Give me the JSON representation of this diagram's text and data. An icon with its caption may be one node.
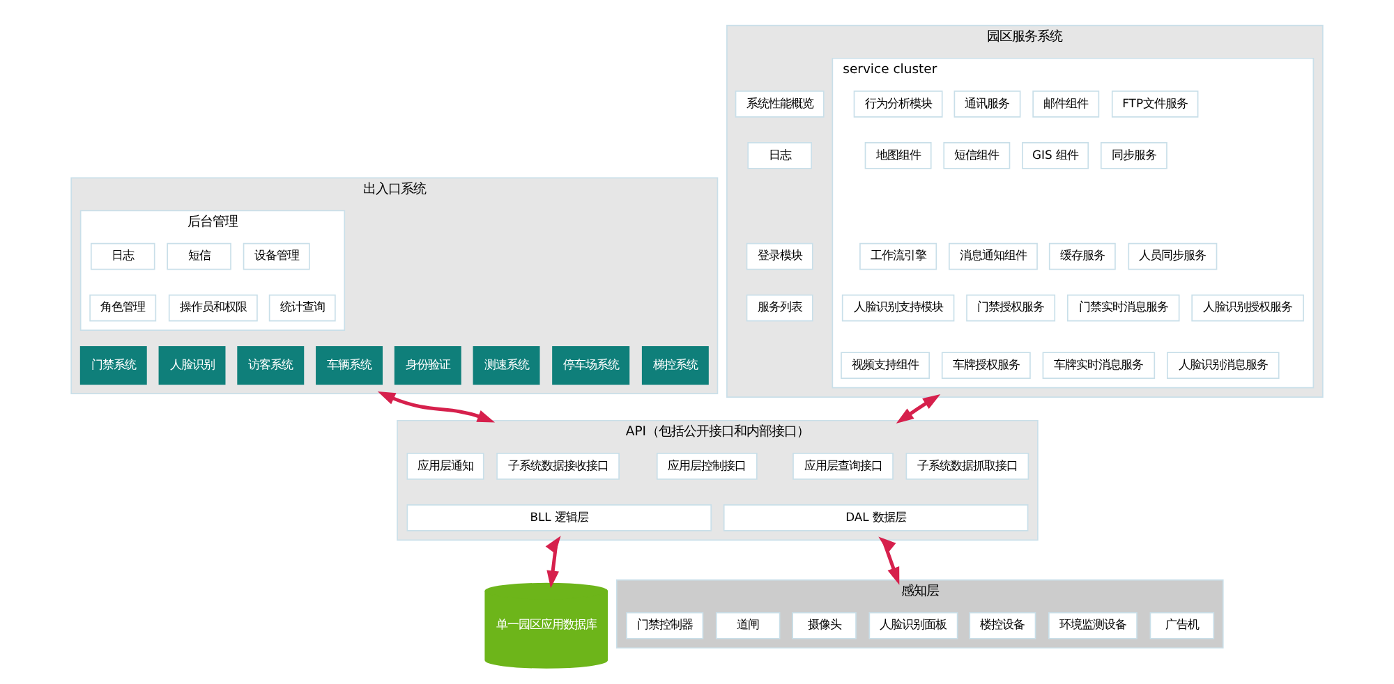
{
  "diagram": {
    "nodes": [
      {
        "text": [
          "出入口系统"
        ]
      },
      {
        "text": [
          "后台管理"
        ],
        "in": 0
      },
      {
        "text": [
          "日志"
        ],
        "in": 1
      },
      {
        "text": [
          "短信"
        ],
        "in": 1
      },
      {
        "text": [
          "设备管理"
        ],
        "in": 1
      },
      {
        "text": [
          "角色管理"
        ],
        "in": 1
      },
      {
        "text": [
          "操作员和权限"
        ],
        "in": 1
      },
      {
        "text": [
          "统计查询"
        ],
        "in": 1
      },
      {
        "text": [
          "门禁系统"
        ],
        "in": 0
      },
      {
        "text": [
          "人脸识别"
        ],
        "in": 0
      },
      {
        "text": [
          "访客系统"
        ],
        "in": 0
      },
      {
        "text": [
          "车辆系统"
        ],
        "in": 0
      },
      {
        "text": [
          "身份验证"
        ],
        "in": 0
      },
      {
        "text": [
          "测速系统"
        ],
        "in": 0
      },
      {
        "text": [
          "停车场系统"
        ],
        "in": 0
      },
      {
        "text": [
          "梯控系统"
        ],
        "in": 0
      },
      {
        "text": [
          "园区服务系统"
        ]
      },
      {
        "text": [
          "系统性能概览"
        ],
        "in": 16
      },
      {
        "text": [
          "日志"
        ],
        "in": 16
      },
      {
        "text": [
          "登录模块"
        ],
        "in": 16
      },
      {
        "text": [
          "服务列表"
        ],
        "in": 16
      },
      {
        "text": [
          "service cluster"
        ],
        "in": 16
      },
      {
        "text": [
          "行为分析模块"
        ],
        "in": 21
      },
      {
        "text": [
          "通讯服务"
        ],
        "in": 21
      },
      {
        "text": [
          "邮件组件"
        ],
        "in": 21
      },
      {
        "text": [
          "FTP文件服务"
        ],
        "in": 21
      },
      {
        "text": [
          "地图组件"
        ],
        "in": 21
      },
      {
        "text": [
          "短信组件"
        ],
        "in": 21
      },
      {
        "text": [
          "GIS 组件"
        ],
        "in": 21
      },
      {
        "text": [
          "同步服务"
        ],
        "in": 21
      },
      {
        "text": [
          "工作流引擎"
        ],
        "in": 21
      },
      {
        "text": [
          "消息通知组件"
        ],
        "in": 21
      },
      {
        "text": [
          "缓存服务"
        ],
        "in": 21
      },
      {
        "text": [
          "人员同步服务"
        ],
        "in": 21
      },
      {
        "text": [
          "人脸识别支持模块"
        ],
        "in": 21
      },
      {
        "text": [
          "门禁授权服务"
        ],
        "in": 21
      },
      {
        "text": [
          "门禁实时消息服务"
        ],
        "in": 21
      },
      {
        "text": [
          "人脸识别授权服务"
        ],
        "in": 21
      },
      {
        "text": [
          "视频支持组件"
        ],
        "in": 21
      },
      {
        "text": [
          "车牌授权服务"
        ],
        "in": 21
      },
      {
        "text": [
          "车牌实时消息服务"
        ],
        "in": 21
      },
      {
        "text": [
          "人脸识别消息服务"
        ],
        "in": 21
      },
      {
        "text": [
          "API（包括公开接口和内部接口）"
        ]
      },
      {
        "text": [
          "应用层通知"
        ],
        "in": 42
      },
      {
        "text": [
          "子系统数据接收接口"
        ],
        "in": 42
      },
      {
        "text": [
          "应用层控制接口"
        ],
        "in": 42
      },
      {
        "text": [
          "应用层查询接口"
        ],
        "in": 42
      },
      {
        "text": [
          "子系统数据抓取接口"
        ],
        "in": 42
      },
      {
        "text": [
          "BLL 逻辑层"
        ],
        "in": 42
      },
      {
        "text": [
          "DAL 数据层"
        ],
        "in": 42
      },
      {
        "text": [
          "单一园区应用数据库"
        ]
      },
      {
        "text": [
          "感知层"
        ]
      },
      {
        "text": [
          "门禁控制器"
        ],
        "in": 51
      },
      {
        "text": [
          "道闸"
        ],
        "in": 51
      },
      {
        "text": [
          "摄像头"
        ],
        "in": 51
      },
      {
        "text": [
          "人脸识别面板"
        ],
        "in": 51
      },
      {
        "text": [
          "楼控设备"
        ],
        "in": 51
      },
      {
        "text": [
          "环境监测设备"
        ],
        "in": 51
      },
      {
        "text": [
          "广告机"
        ],
        "in": 51
      }
    ],
    "edges": [
      {
        "from": 0,
        "to": 42,
        "arrow": "both"
      },
      {
        "from": 16,
        "to": 42,
        "arrow": "both"
      },
      {
        "from": 42,
        "to": 50,
        "arrow": "both"
      },
      {
        "from": 42,
        "to": 51,
        "arrow": "both"
      }
    ]
  }
}
